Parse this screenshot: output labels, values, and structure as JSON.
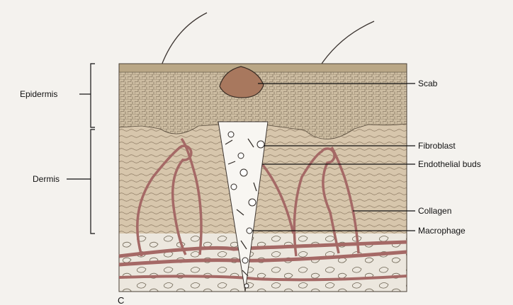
{
  "diagram": {
    "left_labels": {
      "epidermis": "Epidermis",
      "dermis": "Dermis"
    },
    "right_labels": {
      "scab": "Scab",
      "fibroblast": "Fibroblast",
      "endothelial_buds": "Endothelial buds",
      "collagen": "Collagen",
      "macrophage": "Macrophage"
    },
    "panel_letter": "C"
  }
}
